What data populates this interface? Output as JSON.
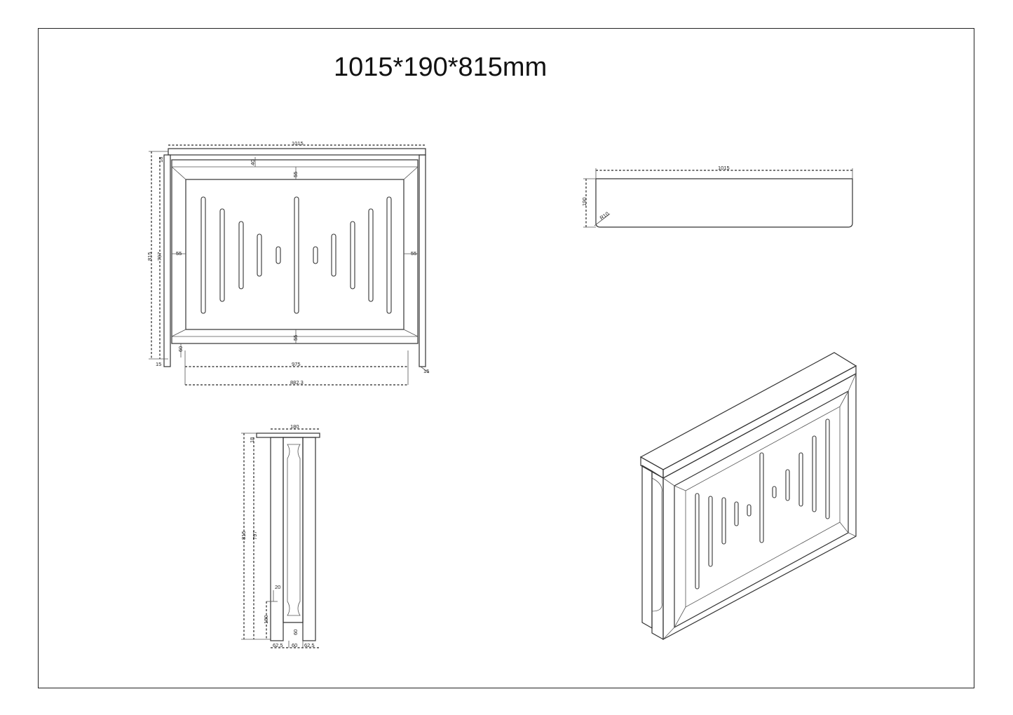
{
  "title": "1015*190*815mm",
  "front_view": {
    "dims": {
      "width_top": "1015",
      "top_thickness": "18",
      "frame_top_40": "40",
      "frame_top_55": "55",
      "frame_left_55": "55",
      "frame_right_55": "55",
      "frame_bottom_55": "55",
      "height_815": "815",
      "height_797": "797",
      "foot_60": "60",
      "base_15": "15",
      "inner_975": "975",
      "inner_882": "882.3",
      "right_15": "15"
    }
  },
  "top_view": {
    "dims": {
      "width": "1015",
      "depth": "190",
      "radius": "R10"
    }
  },
  "side_view": {
    "dims": {
      "depth": "180",
      "top": "18",
      "height_815": "815",
      "height_797": "797",
      "d20": "20",
      "d180": "180",
      "d60v": "60",
      "b62a": "62.5",
      "b60": "60",
      "b62b": "62.5"
    }
  },
  "colors": {
    "line": "#333333",
    "background": "#ffffff"
  }
}
